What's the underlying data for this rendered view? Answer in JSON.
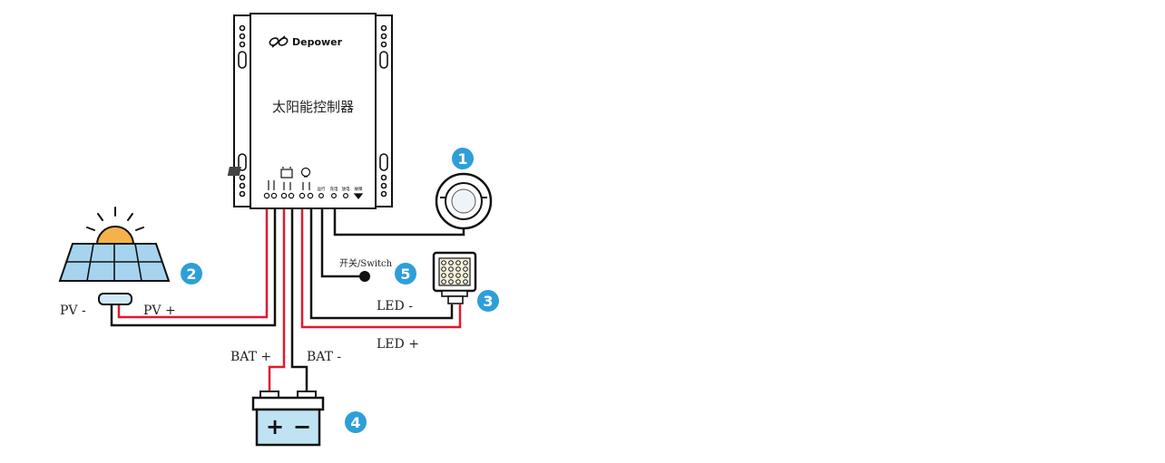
{
  "colors": {
    "badge": "#2e9fd8",
    "red_wire": "#e0192e",
    "black_wire": "#111111",
    "battery_fill": "#bfe3f3",
    "sun": "#f6b24a",
    "panel": "#a6d4ef"
  },
  "controller": {
    "brand": "Depower",
    "title": "太阳能控制器",
    "indicators": [
      "运行",
      "充电",
      "放电",
      "故障"
    ]
  },
  "labels": {
    "pv_minus": "PV -",
    "pv_plus": "PV +",
    "bat_plus": "BAT +",
    "bat_minus": "BAT -",
    "led_minus": "LED -",
    "led_plus": "LED +",
    "switch": "开关/Switch"
  },
  "badges": [
    "1",
    "2",
    "3",
    "4",
    "5"
  ],
  "battery": {
    "plus": "+",
    "minus": "−"
  }
}
